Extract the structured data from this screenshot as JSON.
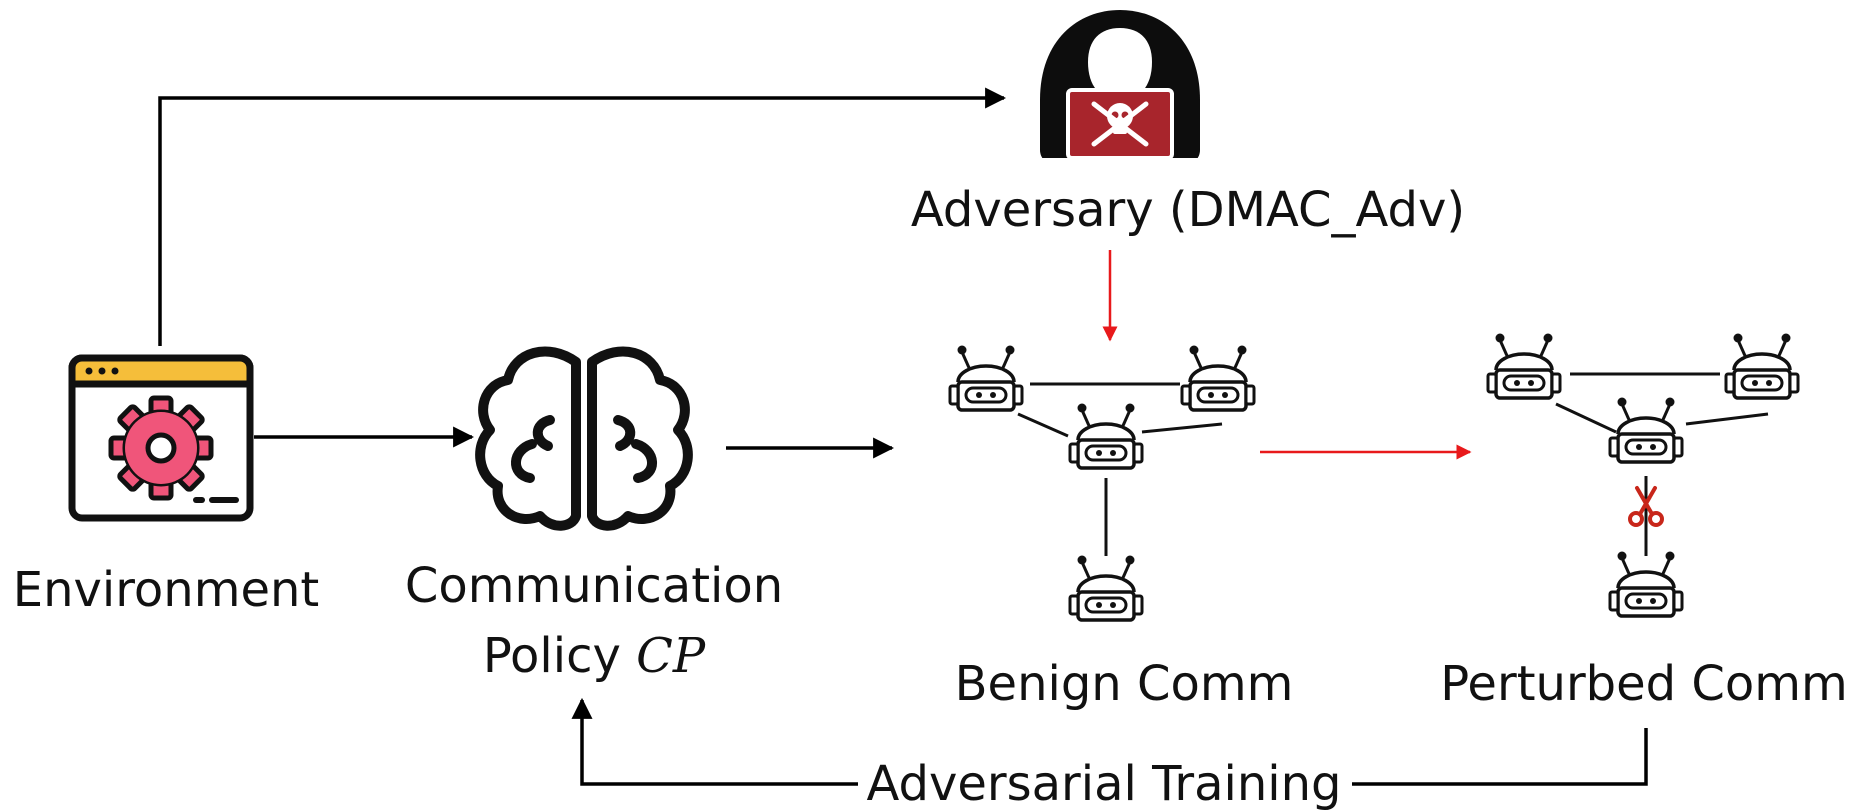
{
  "nodes": {
    "environment": {
      "label": "Environment",
      "icon": "gear-window-icon"
    },
    "policy": {
      "line1": "Communication",
      "line2_prefix": "Policy ",
      "line2_symbol": "CP",
      "icon": "brain-icon"
    },
    "adversary": {
      "label": "Adversary (DMAC_Adv)",
      "icon": "hacker-icon"
    },
    "benign": {
      "label": "Benign Comm",
      "icon": "robot-icon"
    },
    "perturbed": {
      "label": "Perturbed Comm",
      "icon": "robot-icon",
      "cut_icon": "scissors-icon"
    }
  },
  "feedback": {
    "label": "Adversarial Training"
  },
  "colors": {
    "black": "#000000",
    "attack_red": "#e8191b",
    "gear_pink": "#f0557a",
    "window_yellow": "#f5be3a",
    "laptop_red": "#a8252c",
    "scissors_red": "#c8261a"
  }
}
